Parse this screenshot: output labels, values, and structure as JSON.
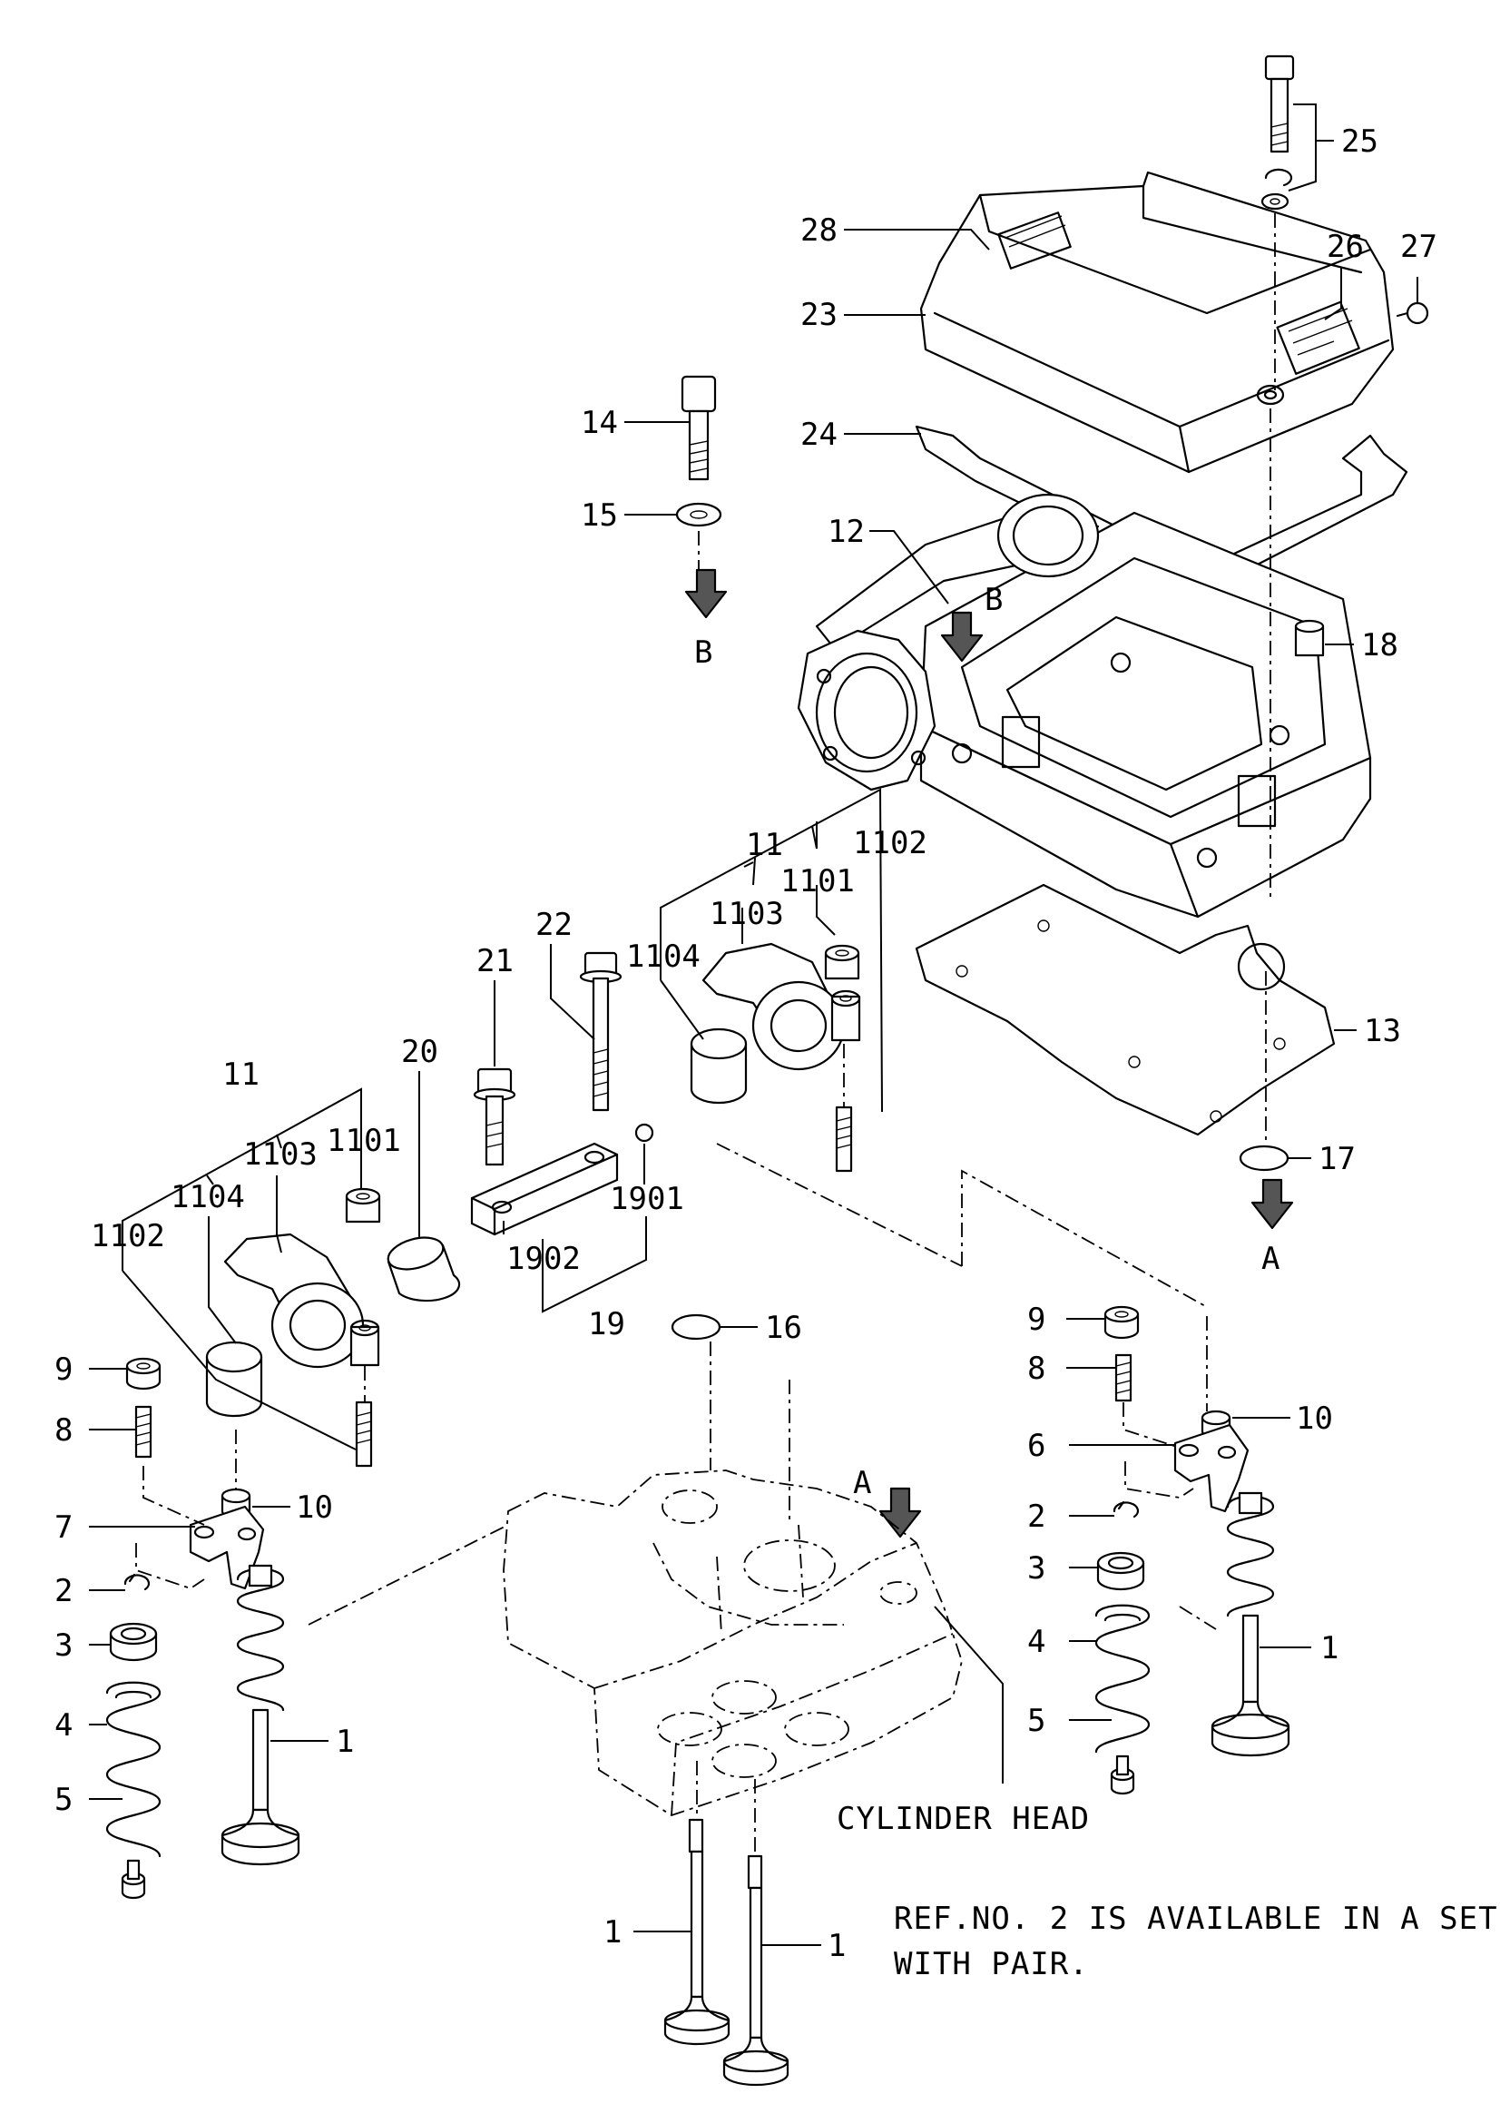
{
  "labels": {
    "n1": "1",
    "n2": "2",
    "n3": "3",
    "n4": "4",
    "n5": "5",
    "n6": "6",
    "n7": "7",
    "n8": "8",
    "n9": "9",
    "n10": "10",
    "n11": "11",
    "n12": "12",
    "n13": "13",
    "n14": "14",
    "n15": "15",
    "n16": "16",
    "n17": "17",
    "n18": "18",
    "n19": "19",
    "n20": "20",
    "n21": "21",
    "n22": "22",
    "n23": "23",
    "n24": "24",
    "n25": "25",
    "n26": "26",
    "n27": "27",
    "n28": "28",
    "n1101": "1101",
    "n1102": "1102",
    "n1103": "1103",
    "n1104": "1104",
    "n1901": "1901",
    "n1902": "1902"
  },
  "markers": {
    "a": "A",
    "b": "B"
  },
  "cylinder_head_label": "CYLINDER HEAD",
  "note": {
    "line1": "REF.NO. 2 IS AVAILABLE IN A SET",
    "line2": "WITH PAIR."
  }
}
